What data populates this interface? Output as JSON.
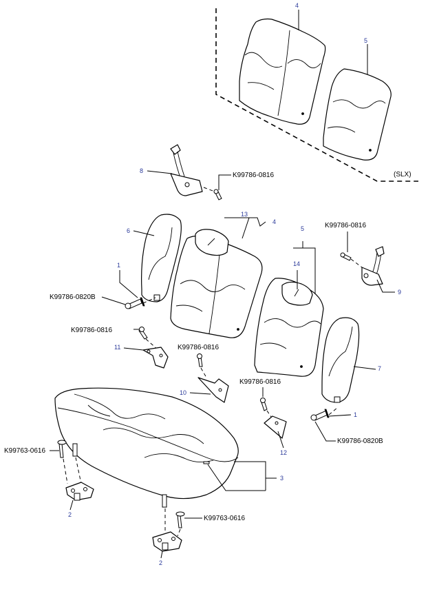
{
  "diagram": {
    "variant_label": "(SLX)",
    "part_numbers": {
      "p4_top": "4",
      "p5_top": "5",
      "p8": "8",
      "p6": "6",
      "p13": "13",
      "p4_mid": "4",
      "p5_mid": "5",
      "p14": "14",
      "p1_left": "1",
      "p1_right": "1",
      "p9": "9",
      "p7": "7",
      "p11": "11",
      "p10": "10",
      "p12": "12",
      "p3": "3",
      "p2_left": "2",
      "p2_right": "2"
    },
    "part_codes": {
      "bolt_bracket8": "K99786-0816",
      "bolt_bracket9": "K99786-0816",
      "bolt_left_lower": "K99786-0820B",
      "bolt_bracket11": "K99786-0816",
      "bolt_bracket10": "K99786-0816",
      "bolt_bracket12": "K99786-0816",
      "bolt_right_lower": "K99786-0820B",
      "bolt_cushion_left": "K99763-0616",
      "bolt_cushion_right": "K99763-0616"
    }
  }
}
